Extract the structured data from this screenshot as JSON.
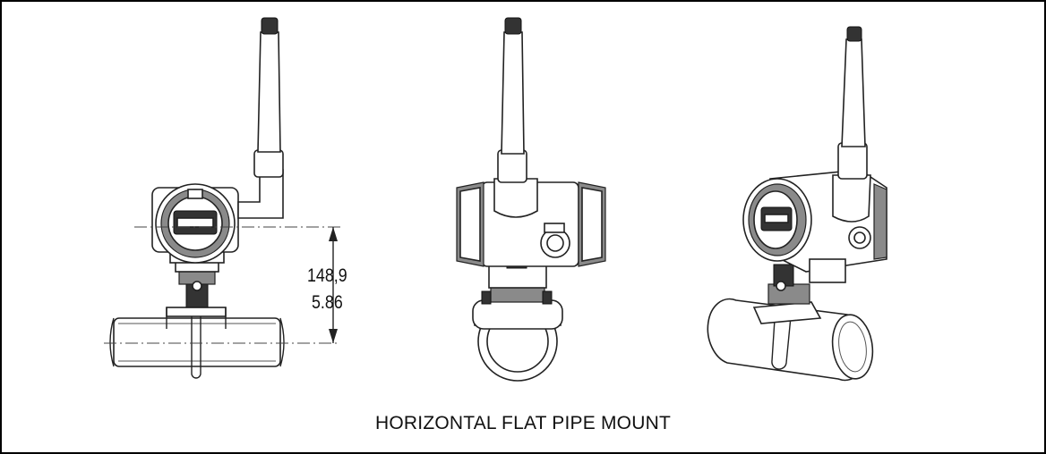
{
  "caption": "HORIZONTAL FLAT PIPE MOUNT",
  "dimension": {
    "metric": "148,9",
    "imperial": "5.86"
  }
}
